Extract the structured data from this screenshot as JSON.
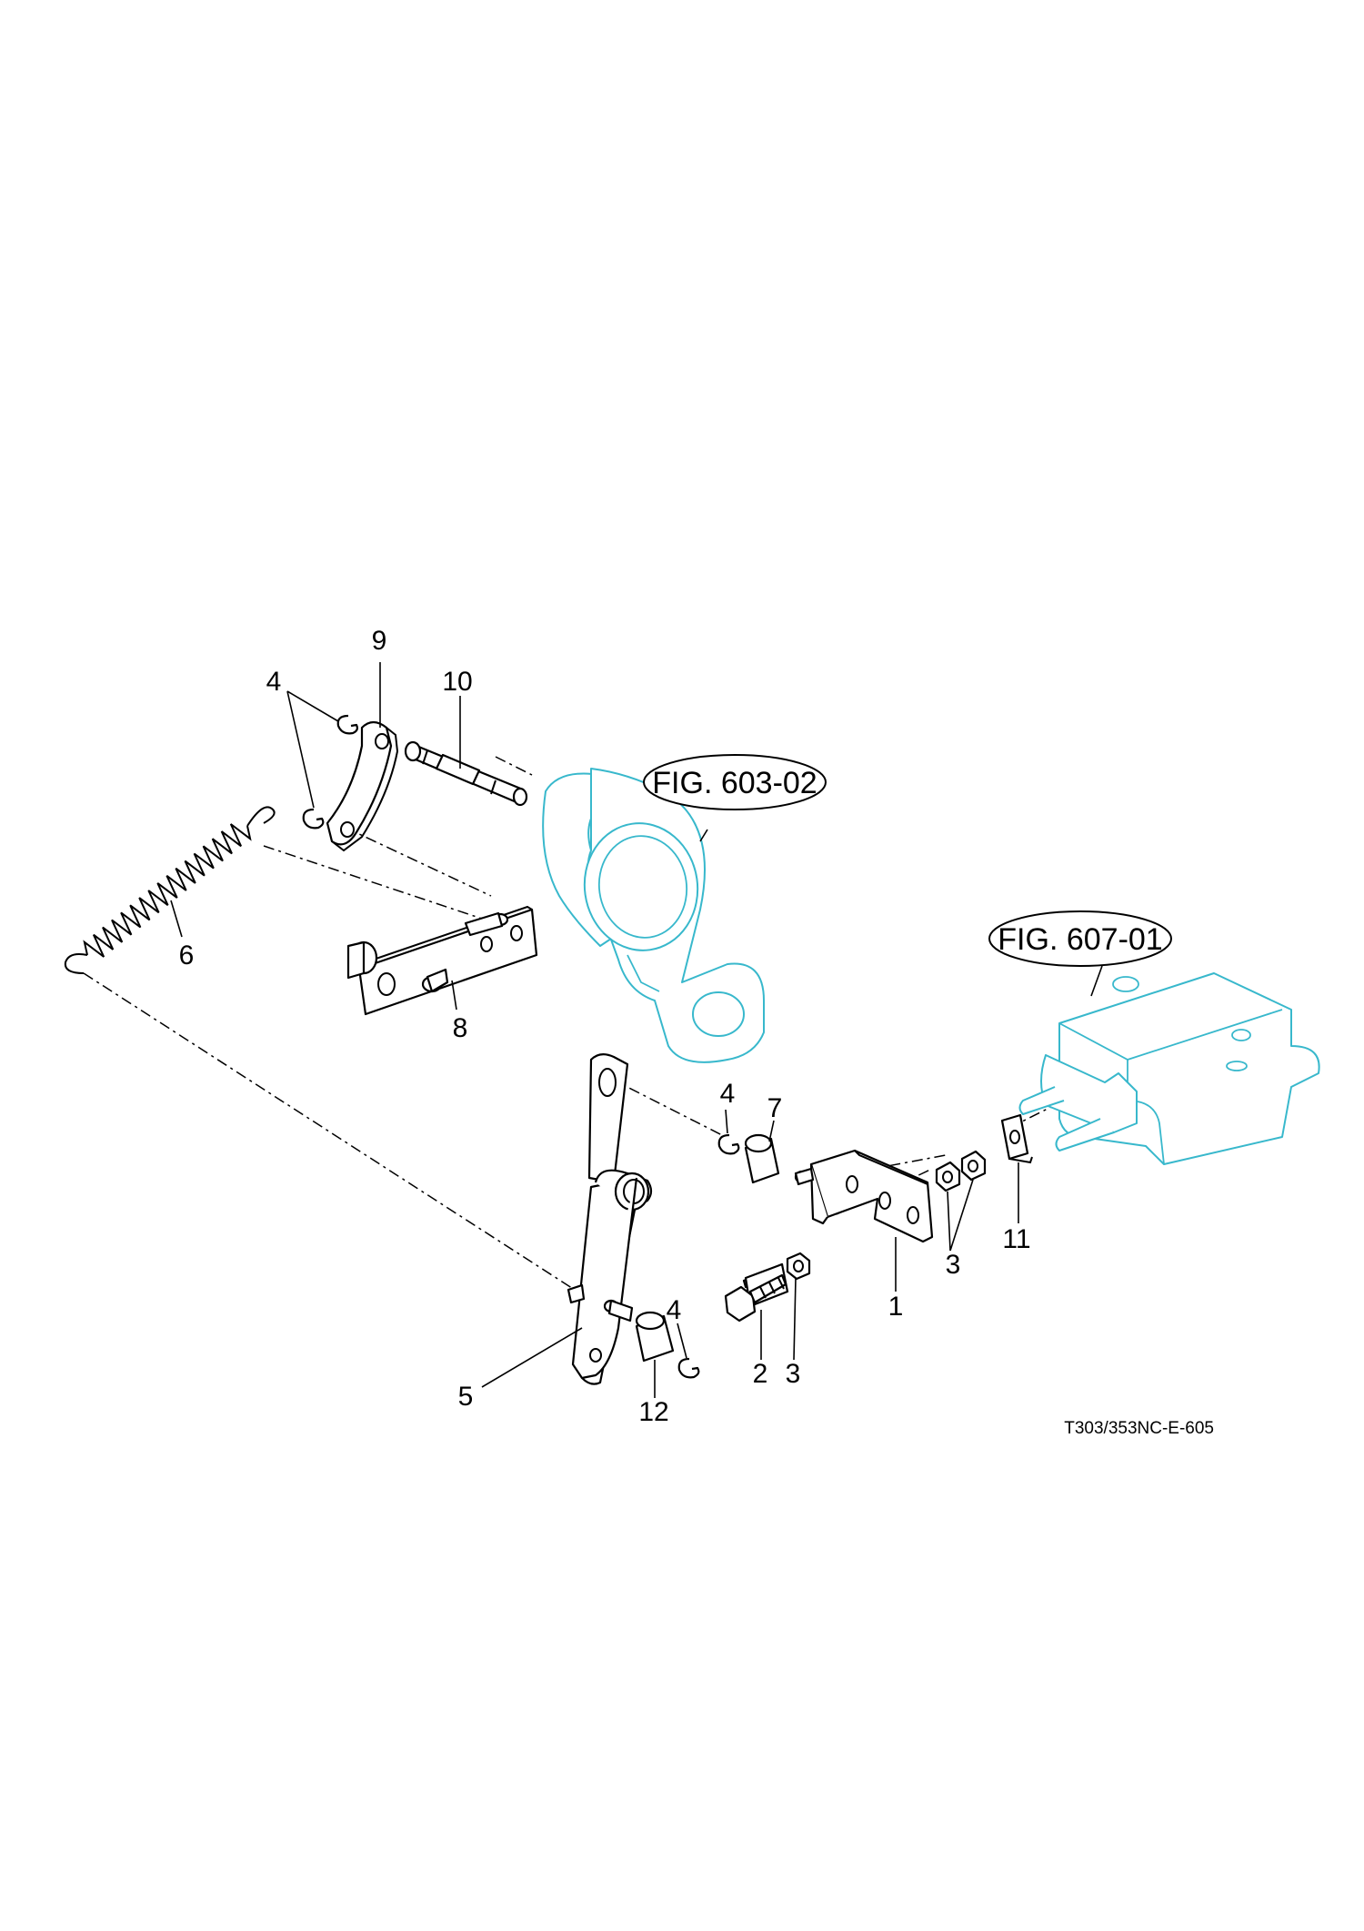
{
  "callouts": {
    "c9": "9",
    "c4a": "4",
    "c10": "10",
    "c6": "6",
    "c8": "8",
    "c4b": "4",
    "c7": "7",
    "c5": "5",
    "c4c": "4",
    "c12": "12",
    "c2": "2",
    "c3a": "3",
    "c1": "1",
    "c3b": "3",
    "c11": "11"
  },
  "figure_refs": {
    "fig1": "FIG. 603-02",
    "fig2": "FIG. 607-01"
  },
  "drawing_code": "T303/353NC-E-605",
  "colors": {
    "parts": "#000000",
    "reference_parts": "#38b8cc",
    "background": "#ffffff"
  }
}
